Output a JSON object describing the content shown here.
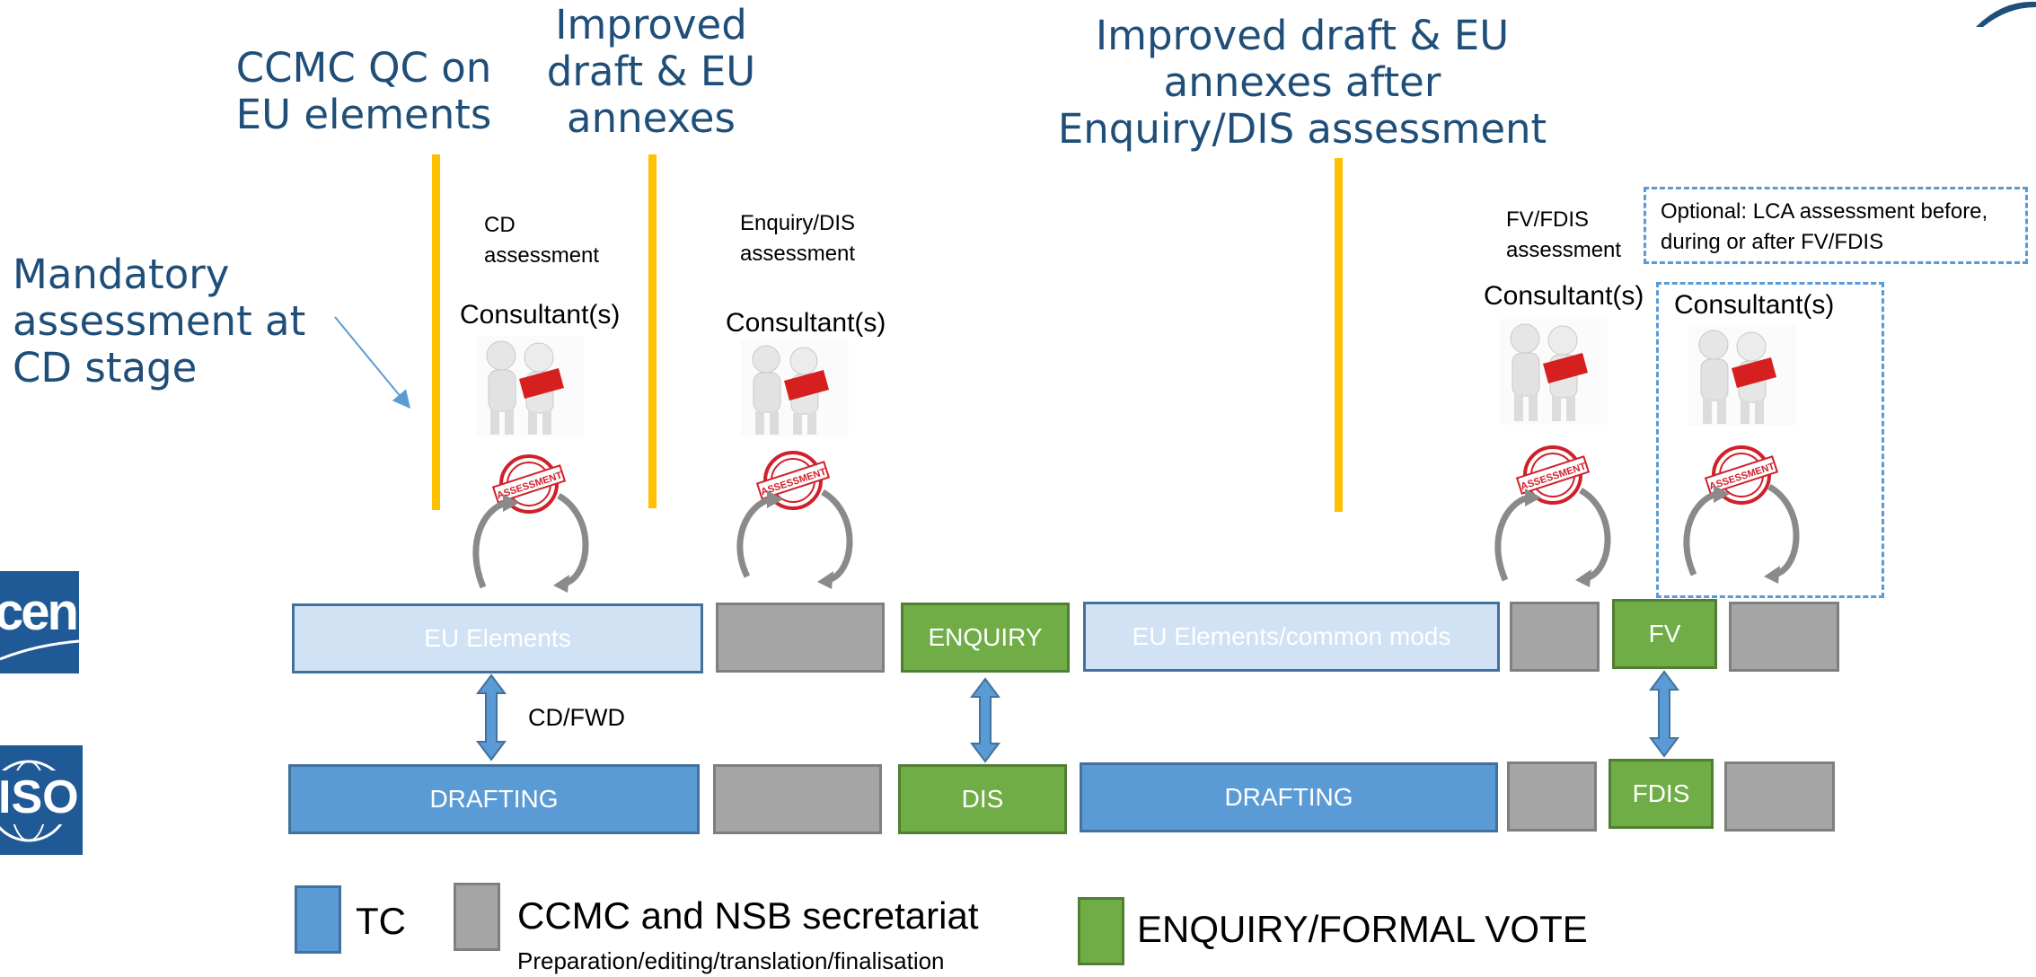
{
  "headings": {
    "ccmc_qc": "CCMC QC on EU elements",
    "improved_draft": "Improved draft & EU annexes",
    "improved_after_enquiry": "Improved draft & EU annexes after Enquiry/DIS assessment",
    "mandatory": "Mandatory assessment at CD stage"
  },
  "assessments": {
    "cd": "CD assessment",
    "enquiry": "Enquiry/DIS assessment",
    "fv": "FV/FDIS assessment",
    "optional": "Optional: LCA assessment before, during or after FV/FDIS"
  },
  "consultant_label": "Consultant(s)",
  "stamp_text": "ASSESSMENT",
  "top_row": {
    "eu_elements": "EU Elements",
    "enquiry": "ENQUIRY",
    "eu_common": "EU Elements/common mods",
    "fv": "FV"
  },
  "bottom_row": {
    "drafting1": "DRAFTING",
    "dis": "DIS",
    "drafting2": "DRAFTING",
    "fdis": "FDIS"
  },
  "arrow_label": "CD/FWD",
  "logos": {
    "cen": "cen",
    "iso": "ISO"
  },
  "legend": {
    "tc": "TC",
    "ccmc_title": "CCMC and NSB secretariat",
    "ccmc_sub": "Preparation/editing/translation/finalisation",
    "enquiry_vote": "ENQUIRY/FORMAL VOTE"
  },
  "colors": {
    "heading": "#1f4e79",
    "yellow_line": "#ffc000",
    "tc_blue": "#5b9bd5",
    "eu_light": "#d0e2f4",
    "gray": "#a5a5a5",
    "green": "#70ad47",
    "stamp_red": "#d0202a"
  }
}
